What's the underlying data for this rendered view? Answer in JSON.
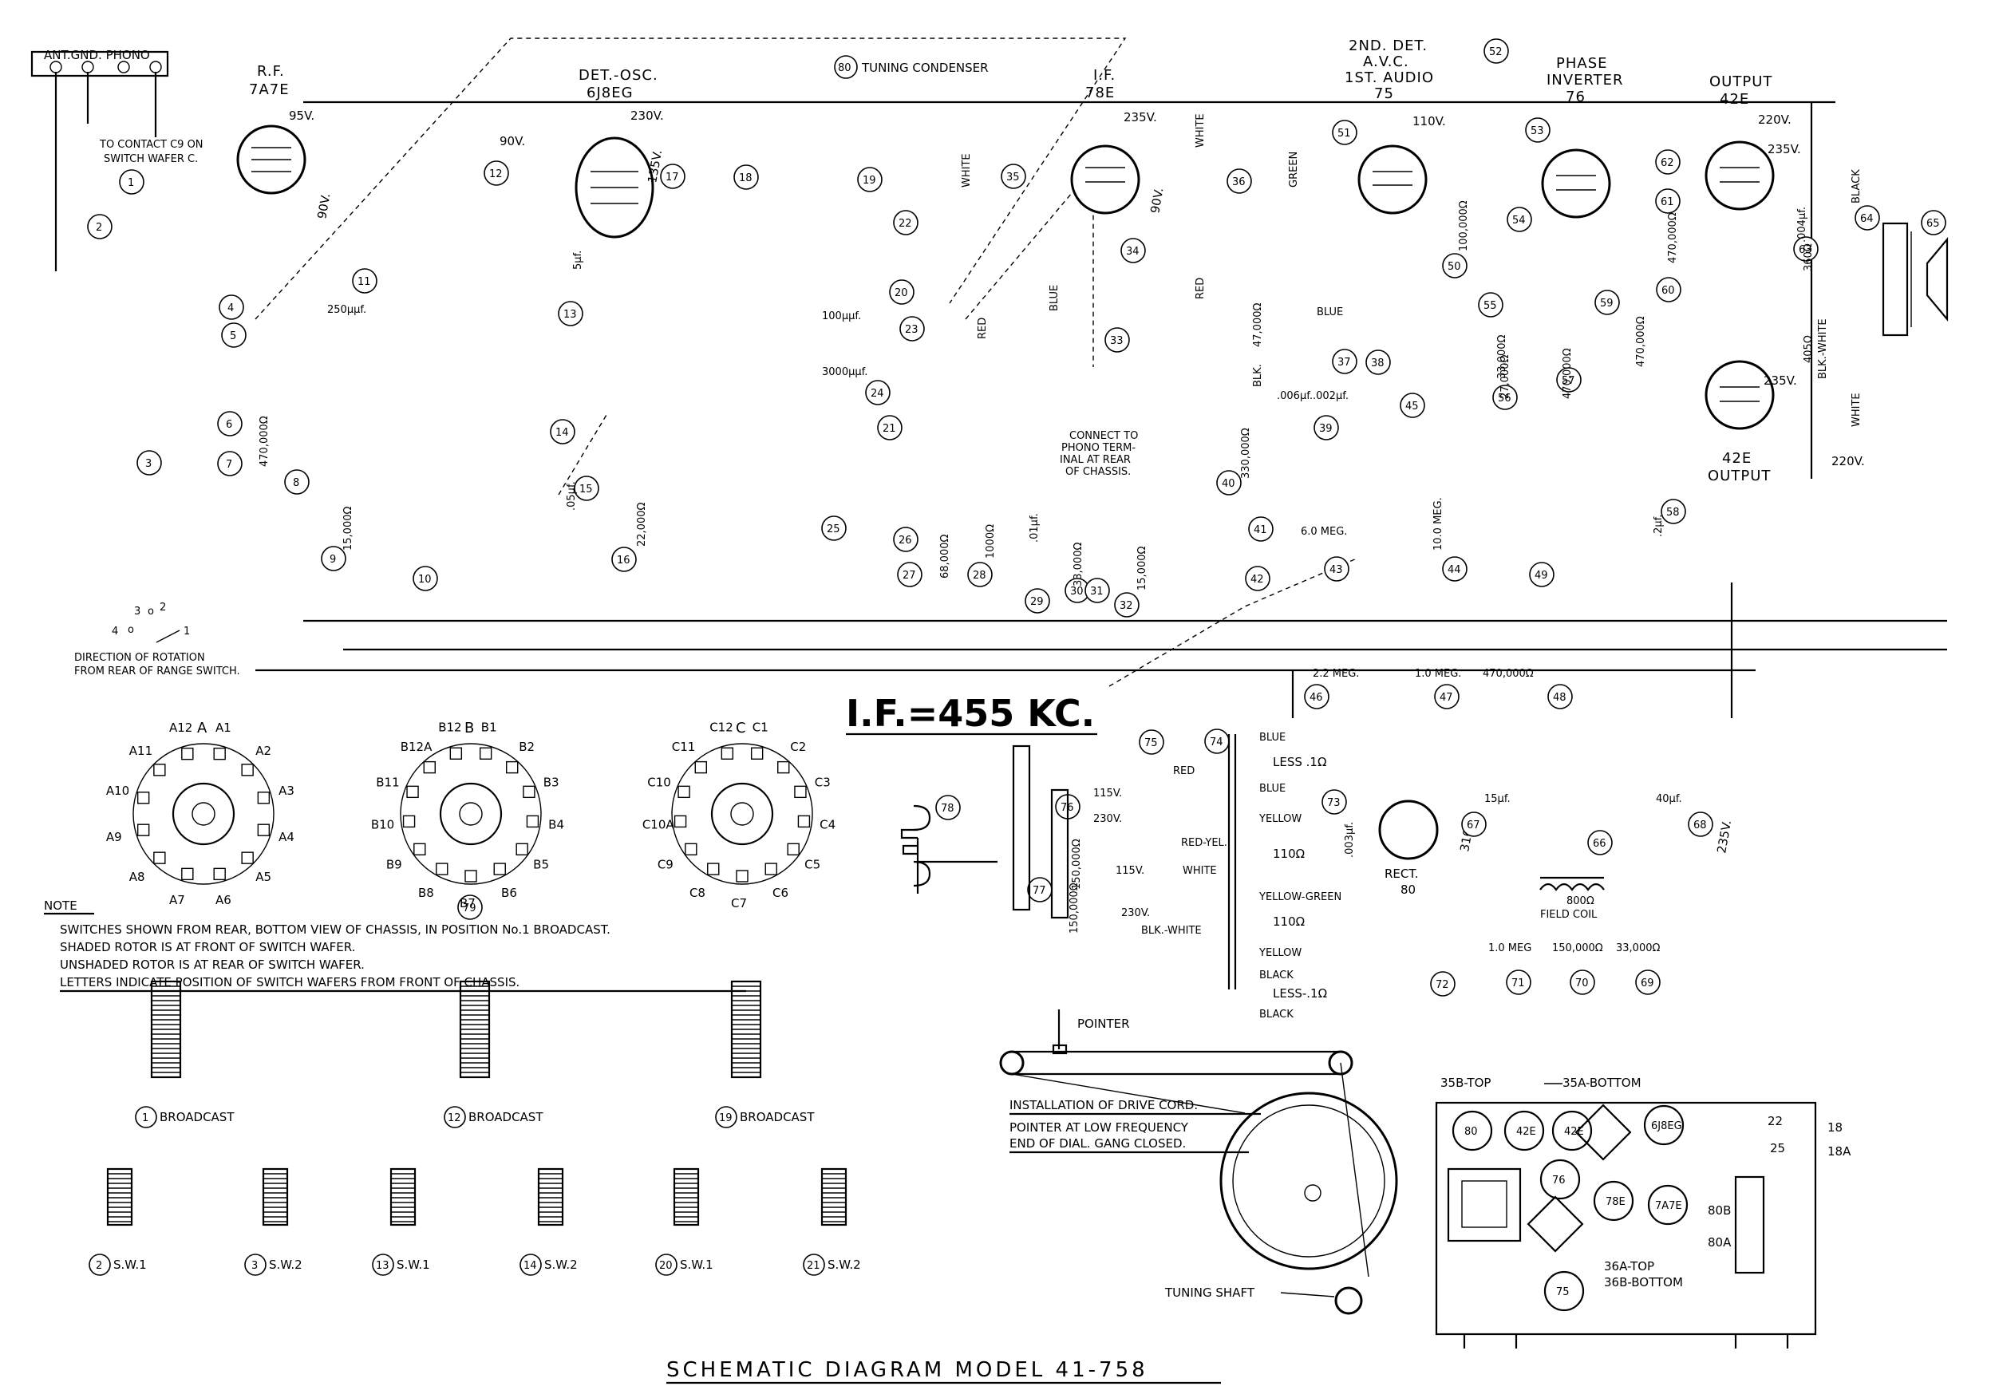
{
  "title": "SCHEMATIC DIAGRAM MODEL 41-758",
  "if_label": "I.F.=455 KC.",
  "top_labels": {
    "antenna": "ANT.GND. PHONO",
    "contact_note_1": "TO CONTACT C9 ON",
    "contact_note_2": "SWITCH WAFER C.",
    "tuning_condenser": "TUNING CONDENSER",
    "rotation_note_1": "DIRECTION OF ROTATION",
    "rotation_note_2": "FROM REAR OF RANGE SWITCH.",
    "phono_note_1": "CONNECT TO",
    "phono_note_2": "PHONO TERM-",
    "phono_note_3": "INAL AT REAR",
    "phono_note_4": "OF CHASSIS."
  },
  "tubes": [
    {
      "id": "rf",
      "lines": [
        "R.F.",
        "7A7E"
      ],
      "voltage": "95V."
    },
    {
      "id": "det",
      "lines": [
        "DET.-OSC.",
        "6J8EG"
      ],
      "voltage": "230V."
    },
    {
      "id": "if",
      "lines": [
        "I.F.",
        "78E"
      ],
      "voltage": "235V."
    },
    {
      "id": "det2",
      "lines": [
        "2ND. DET.",
        "A.V.C.",
        "1ST. AUDIO",
        "75"
      ],
      "voltage": "110V."
    },
    {
      "id": "phase",
      "lines": [
        "PHASE",
        "INVERTER",
        "76"
      ],
      "voltage": ""
    },
    {
      "id": "out1",
      "lines": [
        "OUTPUT",
        "42E"
      ],
      "voltage": "220V."
    },
    {
      "id": "out2",
      "lines": [
        "42E",
        "OUTPUT"
      ],
      "voltage": "220V."
    },
    {
      "id": "rect",
      "lines": [
        "RECT.",
        "80"
      ],
      "voltage": ""
    }
  ],
  "voltages": [
    "90V.",
    "135V.",
    "90V.",
    "90V.",
    "235V.",
    "235V.",
    "310V.",
    "235V."
  ],
  "components": [
    "470,000Ω",
    "15,000Ω",
    "22,000Ω",
    "68,000Ω",
    "1000Ω",
    "33,000Ω",
    "15,000Ω",
    "330,000Ω",
    "47,000Ω",
    "470,000Ω",
    "100,000Ω",
    "33,000Ω",
    "27,000Ω",
    "470,000Ω",
    "470,000Ω",
    "360Ω",
    "405Ω",
    "2.2 MEG.",
    "1.0 MEG.",
    "470,000Ω",
    "10.0 MEG.",
    "6.0 MEG.",
    "150,000Ω",
    "150,000Ω",
    "800Ω",
    "1.0 MEG",
    "150,000Ω",
    "33,000Ω",
    "250μμf.",
    "100μμf.",
    "3000μμf.",
    "15μf.",
    "40μf.",
    ".003μf.",
    ".006μf.",
    ".002μf.",
    ".05μf.",
    ".01μf.",
    ".2μf.",
    ".004μf.",
    "5μf."
  ],
  "callouts": [
    "1",
    "2",
    "3",
    "4",
    "5",
    "6",
    "7",
    "8",
    "9",
    "10",
    "11",
    "12",
    "13",
    "14",
    "15",
    "16",
    "17",
    "18",
    "19",
    "20",
    "21",
    "22",
    "23",
    "24",
    "25",
    "26",
    "27",
    "28",
    "29",
    "30",
    "31",
    "32",
    "33",
    "34",
    "35",
    "36",
    "37",
    "38",
    "39",
    "40",
    "41",
    "42",
    "43",
    "44",
    "45",
    "46",
    "47",
    "48",
    "49",
    "50",
    "51",
    "52",
    "53",
    "54",
    "55",
    "56",
    "57",
    "58",
    "59",
    "60",
    "61",
    "62",
    "63",
    "64",
    "65",
    "66",
    "67",
    "68",
    "69",
    "70",
    "71",
    "72",
    "73",
    "74",
    "75",
    "76",
    "77",
    "78",
    "79",
    "80"
  ],
  "wafers": [
    {
      "letter": "A",
      "contacts": [
        "A1",
        "A2",
        "A3",
        "A4",
        "A5",
        "A6",
        "A7",
        "A8",
        "A9",
        "A10",
        "A11",
        "A12"
      ]
    },
    {
      "letter": "B",
      "contacts": [
        "B1",
        "B2",
        "B3",
        "B4",
        "B5",
        "B6",
        "B7",
        "B8",
        "B9",
        "B10",
        "B11",
        "B12A",
        "B12"
      ]
    },
    {
      "letter": "C",
      "contacts": [
        "C1",
        "C2",
        "C3",
        "C4",
        "C5",
        "C6",
        "C7",
        "C8",
        "C9",
        "C10A",
        "C10",
        "C11",
        "C12"
      ]
    }
  ],
  "note": {
    "heading": "NOTE",
    "lines": [
      "SWITCHES SHOWN FROM REAR, BOTTOM VIEW OF CHASSIS, IN POSITION No.1 BROADCAST.",
      "SHADED ROTOR IS AT FRONT OF SWITCH WAFER.",
      "UNSHADED ROTOR IS AT REAR OF SWITCH WAFER.",
      "LETTERS INDICATE POSITION OF SWITCH WAFERS FROM FRONT OF CHASSIS."
    ]
  },
  "coils": [
    {
      "num": "1",
      "label": "BROADCAST"
    },
    {
      "num": "12",
      "label": "BROADCAST"
    },
    {
      "num": "19",
      "label": "BROADCAST"
    },
    {
      "num": "2",
      "label": "S.W.1"
    },
    {
      "num": "3",
      "label": "S.W.2"
    },
    {
      "num": "13",
      "label": "S.W.1"
    },
    {
      "num": "14",
      "label": "S.W.2"
    },
    {
      "num": "20",
      "label": "S.W.1"
    },
    {
      "num": "21",
      "label": "S.W.2"
    }
  ],
  "power_supply": {
    "wires": [
      "BLUE",
      "LESS .1Ω",
      "BLUE",
      "YELLOW",
      "110Ω",
      "YELLOW-GREEN",
      "110Ω",
      "YELLOW",
      "BLACK",
      "LESS-.1Ω",
      "BLACK"
    ],
    "taps": [
      "RED",
      "115V.",
      "230V.",
      "RED-YEL.",
      "WHITE",
      "115V.",
      "230V.",
      "BLK.-WHITE"
    ],
    "field_coil": "FIELD COIL"
  },
  "drive_cord": {
    "pointer": "POINTER",
    "title": "INSTALLATION OF DRIVE CORD.",
    "line1": "POINTER AT LOW FREQUENCY",
    "line2": "END OF DIAL. GANG CLOSED.",
    "shaft": "TUNING SHAFT"
  },
  "chassis": {
    "top_labels": [
      "35B-TOP",
      "35A-BOTTOM"
    ],
    "tubes": [
      "80",
      "42E",
      "42E",
      "6J8EG",
      "76",
      "78E",
      "7A7E",
      "75"
    ],
    "side_labels": [
      "22",
      "18",
      "25",
      "18A",
      "80B",
      "80A"
    ],
    "bottom_labels": [
      "36A-TOP",
      "36B-BOTTOM"
    ]
  },
  "wire_colors": [
    "WHITE",
    "RED",
    "BLUE",
    "WHITE",
    "RED",
    "GREEN",
    "BLUE",
    "BLK.",
    "BLACK",
    "BLK.-WHITE",
    "WHITE"
  ]
}
